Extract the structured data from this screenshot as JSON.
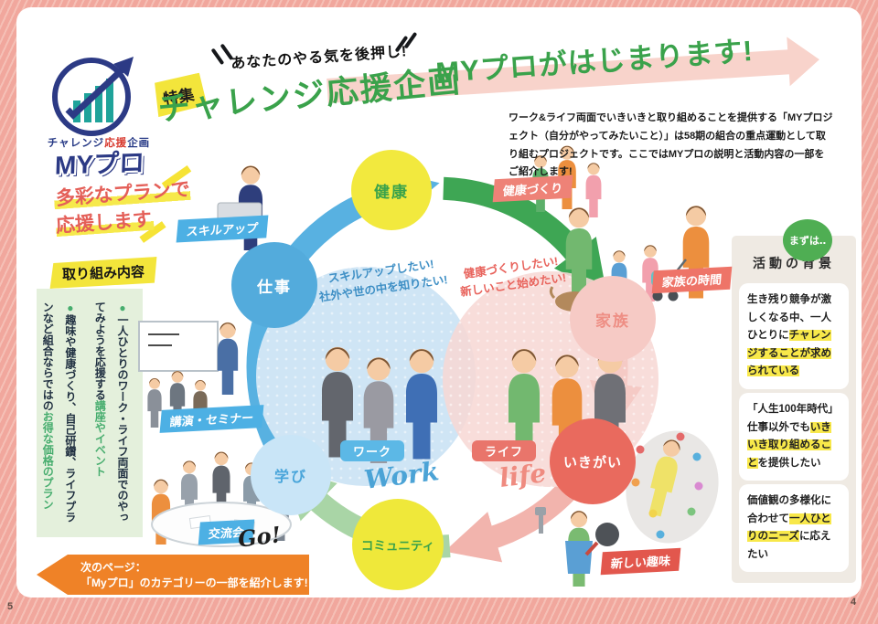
{
  "page": {
    "number_left": "5",
    "number_right": "4"
  },
  "logo": {
    "tagline_1": "チャレンジ",
    "tagline_accent": "応援",
    "tagline_2": "企画",
    "name": "MYプロ"
  },
  "header": {
    "feature_badge": "特集",
    "kicker": "あなたのやる気を後押し!",
    "title": "チャレンジ応援企画",
    "arrow_title": "MYプロがはじまります!",
    "description": "ワーク&ライフ両面でいきいきと取り組めることを提供する「MYプロジェクト（自分がやってみたいこと）」は58期の組合の重点運動として取り組むプロジェクトです。ここではMYプロの説明と活動内容の一部をご紹介します!"
  },
  "left_column": {
    "plans_note": "多彩なプランで\n応援します",
    "efforts_badge": "取り組み内容",
    "bullet": "●",
    "effort_1_text": "一人ひとりのワーク・ライフ両面でのやってみようを応援する",
    "effort_1_highlight": "講座やイベント",
    "effort_2_text": "趣味や健康づくり、自己研鑽、ライフプランなど組合ならではの",
    "effort_2_highlight": "お得な価格のプラン"
  },
  "diagram": {
    "node_health": "健康",
    "node_family": "家族",
    "node_purpose": "いきがい",
    "node_community": "コミュニティ",
    "node_learning": "学び",
    "node_work": "仕事",
    "tag_skill_up": "スキルアップ",
    "tag_health_building": "健康づくり",
    "tag_family_time": "家族の時間",
    "tag_new_hobby": "新しい趣味",
    "tag_exchange": "交流会",
    "tag_seminar": "講演・セミナー",
    "work_badge": "ワーク",
    "work_script": "Work",
    "life_badge": "ライフ",
    "life_script": "life",
    "work_wish": "スキルアップしたい!\n社外や世の中を知りたい!",
    "life_wish": "健康づくりしたい!\n新しいこと始めたい!"
  },
  "background_panel": {
    "bubble": "まずは‥",
    "title": "活動の背景",
    "card_1_text": "生き残り競争が激しくなる中、一人ひとりに",
    "card_1_highlight": "チャレンジすることが求められている",
    "card_2_text": "「人生100年時代」仕事以外でも",
    "card_2_highlight": "いきいき取り組めること",
    "card_2_suffix": "を提供したい",
    "card_3_text": "価値観の多様化に合わせて",
    "card_3_highlight": "一人ひとりのニーズ",
    "card_3_suffix": "に応えたい"
  },
  "footer": {
    "go": "Go!",
    "next_page_label": "次のページ：",
    "next_page_text": "「Myプロ」のカテゴリーの一部を紹介します!"
  },
  "colors": {
    "green": "#3aa24b",
    "salmon": "#e8655a",
    "blue": "#55b0e2",
    "yellow": "#f3e53b",
    "orange": "#ef8227",
    "pink_border": "#f2a89f"
  }
}
